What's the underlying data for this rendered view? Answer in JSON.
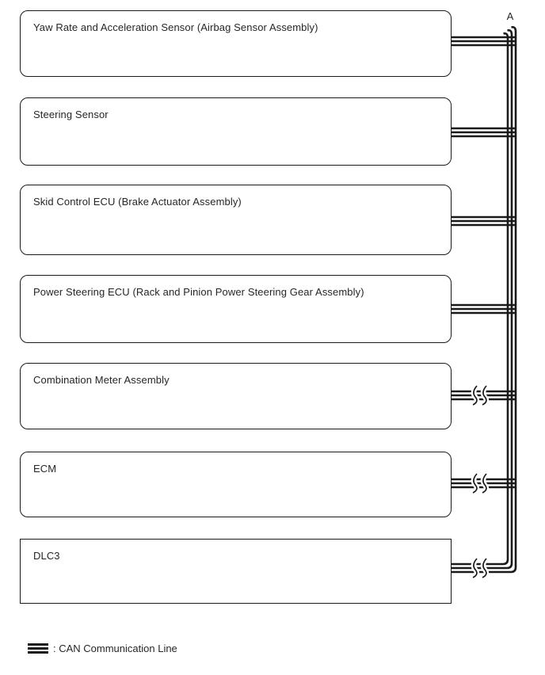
{
  "diagram": {
    "connector_label": "A",
    "nodes": [
      {
        "label": "Yaw Rate and Acceleration Sensor (Airbag Sensor Assembly)"
      },
      {
        "label": "Steering Sensor"
      },
      {
        "label": "Skid Control ECU (Brake Actuator Assembly)"
      },
      {
        "label": "Power Steering ECU (Rack and Pinion Power Steering Gear Assembly)"
      },
      {
        "label": "Combination Meter Assembly"
      },
      {
        "label": "ECM"
      },
      {
        "label": "DLC3"
      }
    ],
    "legend": {
      "symbol": "can-line-symbol",
      "label": ": CAN Communication Line"
    },
    "colors": {
      "line": "#1a1a1a",
      "background": "#ffffff",
      "text": "#262626"
    }
  }
}
